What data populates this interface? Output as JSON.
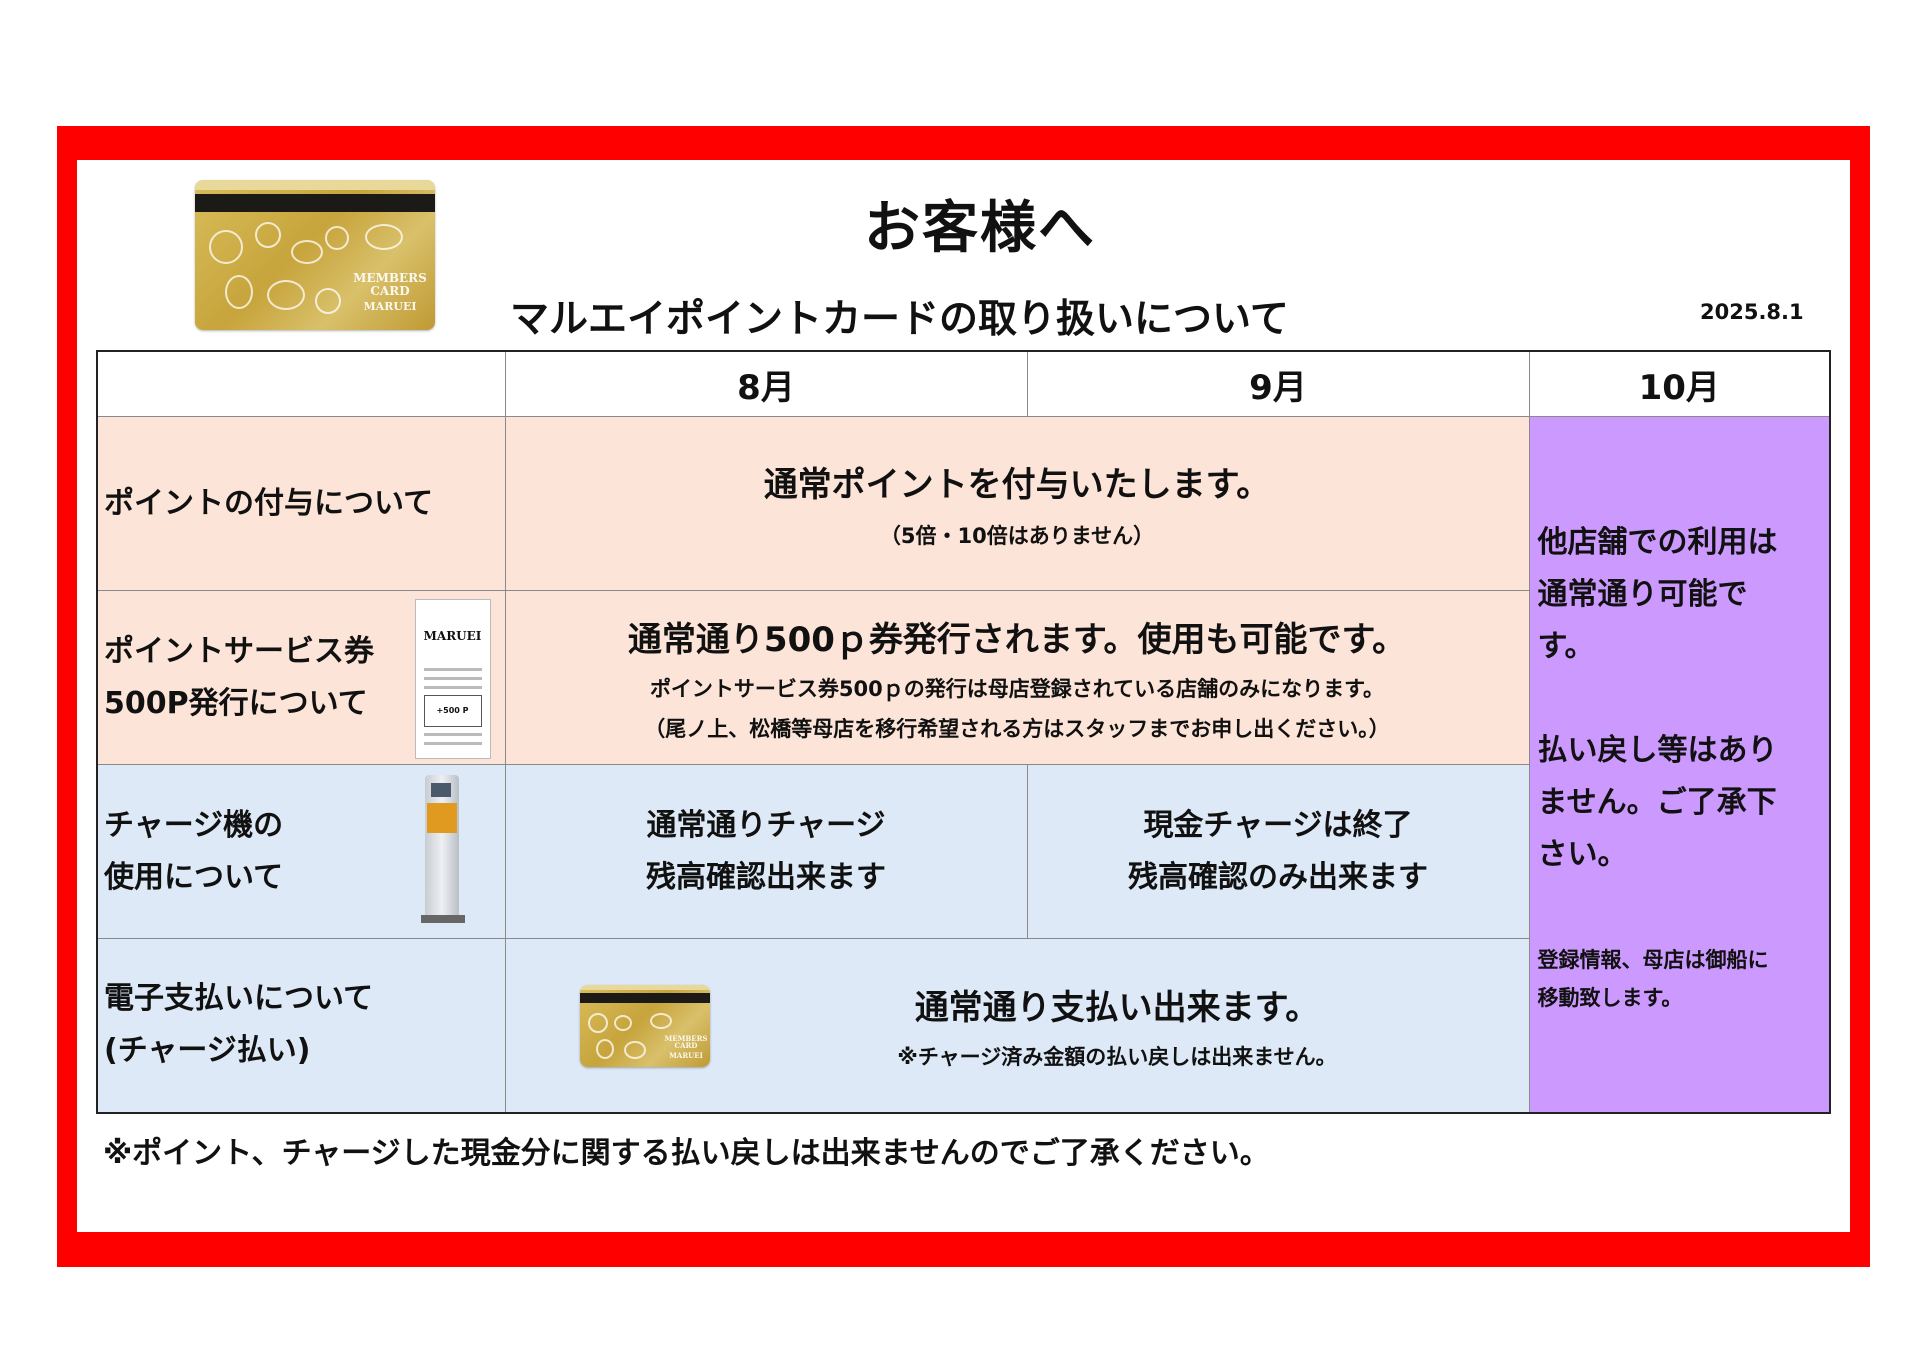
{
  "header": {
    "title": "お客様へ",
    "subtitle": "マルエイポイントカードの取り扱いについて",
    "date": "2025.8.1"
  },
  "card_labels": {
    "line1": "MEMBERS",
    "line2": "CARD",
    "brand": "MARUEI"
  },
  "ticket_labels": {
    "brand": "MARUEI",
    "amount": "+500 P"
  },
  "table": {
    "months": [
      "8月",
      "9月",
      "10月"
    ],
    "rows": [
      {
        "label_lines": [
          "ポイントの付与について"
        ]
      },
      {
        "label_lines": [
          "ポイントサービス券",
          "500P発行について"
        ]
      },
      {
        "label_lines": [
          "チャージ機の",
          "使用について"
        ]
      },
      {
        "label_lines": [
          "電子支払いについて",
          "(チャージ払い)"
        ]
      }
    ],
    "point_grant": {
      "main": "通常ポイントを付与いたします。",
      "sub": "（5倍・10倍はありません）"
    },
    "service_ticket": {
      "main": "通常通り500ｐ券発行されます。使用も可能です。",
      "sub1": "ポイントサービス券500ｐの発行は母店登録されている店舗のみになります。",
      "sub2": "（尾ノ上、松橋等母店を移行希望される方はスタッフまでお申し出ください。）"
    },
    "charger": {
      "aug_lines": [
        "通常通りチャージ",
        "残高確認出来ます"
      ],
      "sep_lines": [
        "現金チャージは終了",
        "残高確認のみ出来ます"
      ]
    },
    "epay": {
      "main": "通常通り支払い出来ます。",
      "sub": "※チャージ済み金額の払い戻しは出来ません。"
    },
    "october": {
      "para1_lines": [
        "他店舗での利用は",
        "通常通り可能で",
        "す。"
      ],
      "para2_lines": [
        "払い戻し等はあり",
        "ません。ご了承下",
        "さい。"
      ],
      "note_lines": [
        "登録情報、母店は御船に",
        "移動致します。"
      ]
    }
  },
  "footer": {
    "note": "※ポイント、チャージした現金分に関する払い戻しは出来ませんのでご了承ください。"
  },
  "colors": {
    "frame": "#ff0000",
    "peach": "#fce4d8",
    "light_blue": "#dde9f6",
    "purple": "#cc99ff",
    "card_gold": "#c7a43c"
  },
  "icons": [
    "members-card-image",
    "service-ticket-image",
    "charge-machine-image"
  ]
}
